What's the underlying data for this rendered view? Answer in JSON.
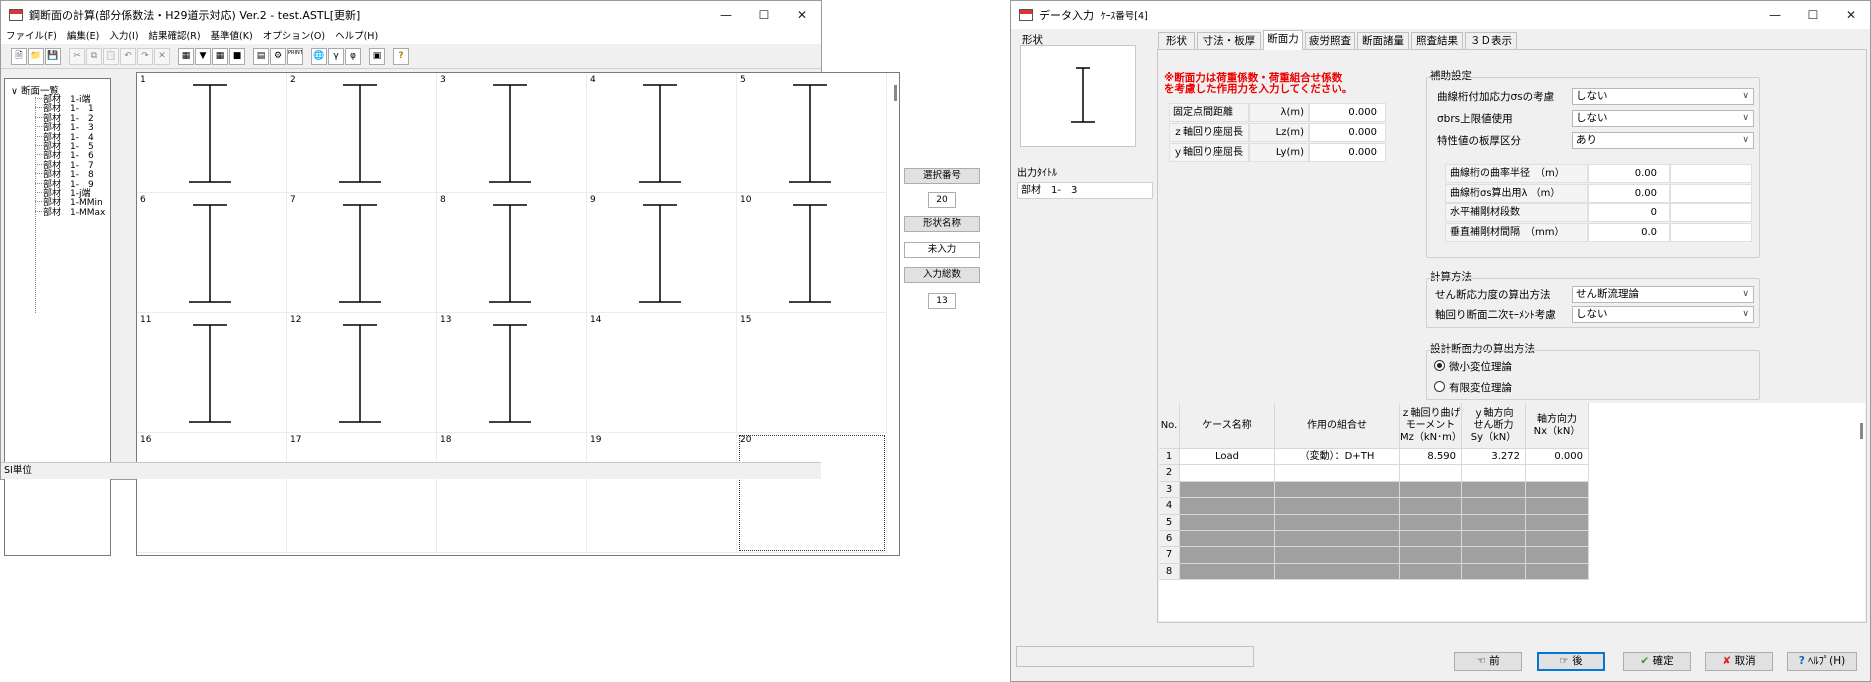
{
  "main_window": {
    "title": "鋼断面の計算(部分係数法・H29道示対応) Ver.2 - test.ASTL[更新]",
    "menu": [
      "ファイル(F)",
      "編集(E)",
      "入力(I)",
      "結果確認(R)",
      "基準値(K)",
      "オプション(O)",
      "ヘルプ(H)"
    ],
    "toolbar_print_label": "PRINT",
    "tree": {
      "root": "断面一覧",
      "items": [
        "部材　1-i端",
        "部材　1-　1",
        "部材　1-　2",
        "部材　1-　3",
        "部材　1-　4",
        "部材　1-　5",
        "部材　1-　6",
        "部材　1-　7",
        "部材　1-　8",
        "部材　1-　9",
        "部材　1-j端",
        "部材　1-MMin",
        "部材　1-MMax"
      ]
    },
    "grid": {
      "cells": [
        "1",
        "2",
        "3",
        "4",
        "5",
        "6",
        "7",
        "8",
        "9",
        "10",
        "11",
        "12",
        "13",
        "14",
        "15",
        "16",
        "17",
        "18",
        "19",
        "20"
      ],
      "shapes_filled": 13,
      "selected": 20
    },
    "side_panel": {
      "select_number_label": "選択番号",
      "select_number_value": "20",
      "shape_name_label": "形状名称",
      "shape_name_value": "未入力",
      "total_input_label": "入力総数",
      "total_input_value": "13"
    },
    "status": "SI単位"
  },
  "dialog": {
    "title": "データ入力",
    "case_label": "ｹｰｽ番号[4]",
    "shape_label": "形状",
    "output_title_label": "出力ﾀｲﾄﾙ",
    "output_title_value": "部材　1-　3",
    "tabs": [
      "形状",
      "寸法・板厚",
      "断面力",
      "疲労照査",
      "断面諸量",
      "照査結果",
      "３Ｄ表示"
    ],
    "active_tab": "断面力",
    "warning_line1": "※断面力は荷重係数・荷重組合せ係数",
    "warning_line2": "を考慮した作用力を入力してください。",
    "params": [
      {
        "label": "固定点間距離",
        "symbol": "λ(m)",
        "value": "0.000"
      },
      {
        "label": "ｚ軸回り座屈長",
        "symbol": "Lz(m)",
        "value": "0.000"
      },
      {
        "label": "ｙ軸回り座屈長",
        "symbol": "Ly(m)",
        "value": "0.000"
      }
    ],
    "aux": {
      "title": "補助設定",
      "rows": [
        {
          "label": "曲線桁付加応力σsの考慮",
          "value": "しない"
        },
        {
          "label": "σbrs上限値使用",
          "value": "しない"
        },
        {
          "label": "特性値の板厚区分",
          "value": "あり"
        }
      ],
      "table": [
        {
          "label": "曲線桁の曲率半径　（m）",
          "value": "0.00"
        },
        {
          "label": "曲線桁σs算出用λ （m）",
          "value": "0.00"
        },
        {
          "label": "水平補剛材段数",
          "value": "0"
        },
        {
          "label": "垂直補剛材間隔　（mm）",
          "value": "0.0"
        }
      ]
    },
    "calc": {
      "title": "計算方法",
      "rows": [
        {
          "label": "せん断応力度の算出方法",
          "value": "せん断流理論"
        },
        {
          "label": "軸回り断面二次ﾓｰﾒﾝﾄ考慮",
          "value": "しない"
        }
      ]
    },
    "design": {
      "title": "設計断面力の算出方法",
      "options": [
        "微小変位理論",
        "有限変位理論"
      ],
      "selected": 0
    },
    "grid": {
      "headers": [
        [
          "No."
        ],
        [
          "ケース名称"
        ],
        [
          "作用の組合せ"
        ],
        [
          "ｚ軸回り曲げ",
          "モーメント",
          "Mz（kN･m）"
        ],
        [
          "ｙ軸方向",
          "せん断力",
          "Sy（kN）"
        ],
        [
          "軸方向力",
          "Nx（kN）"
        ]
      ],
      "rows": [
        {
          "no": "1",
          "name": "Load",
          "combo": "（変動）：D+TH",
          "mz": "8.590",
          "sy": "3.272",
          "nx": "0.000"
        },
        {
          "no": "2",
          "name": "",
          "combo": "",
          "mz": "",
          "sy": "",
          "nx": ""
        },
        {
          "no": "3"
        },
        {
          "no": "4"
        },
        {
          "no": "5"
        },
        {
          "no": "6"
        },
        {
          "no": "7"
        },
        {
          "no": "8"
        }
      ]
    },
    "buttons": {
      "prev": "前",
      "next": "後",
      "ok": "確定",
      "cancel": "取消",
      "help": "ﾍﾙﾌﾟ(H)"
    }
  }
}
